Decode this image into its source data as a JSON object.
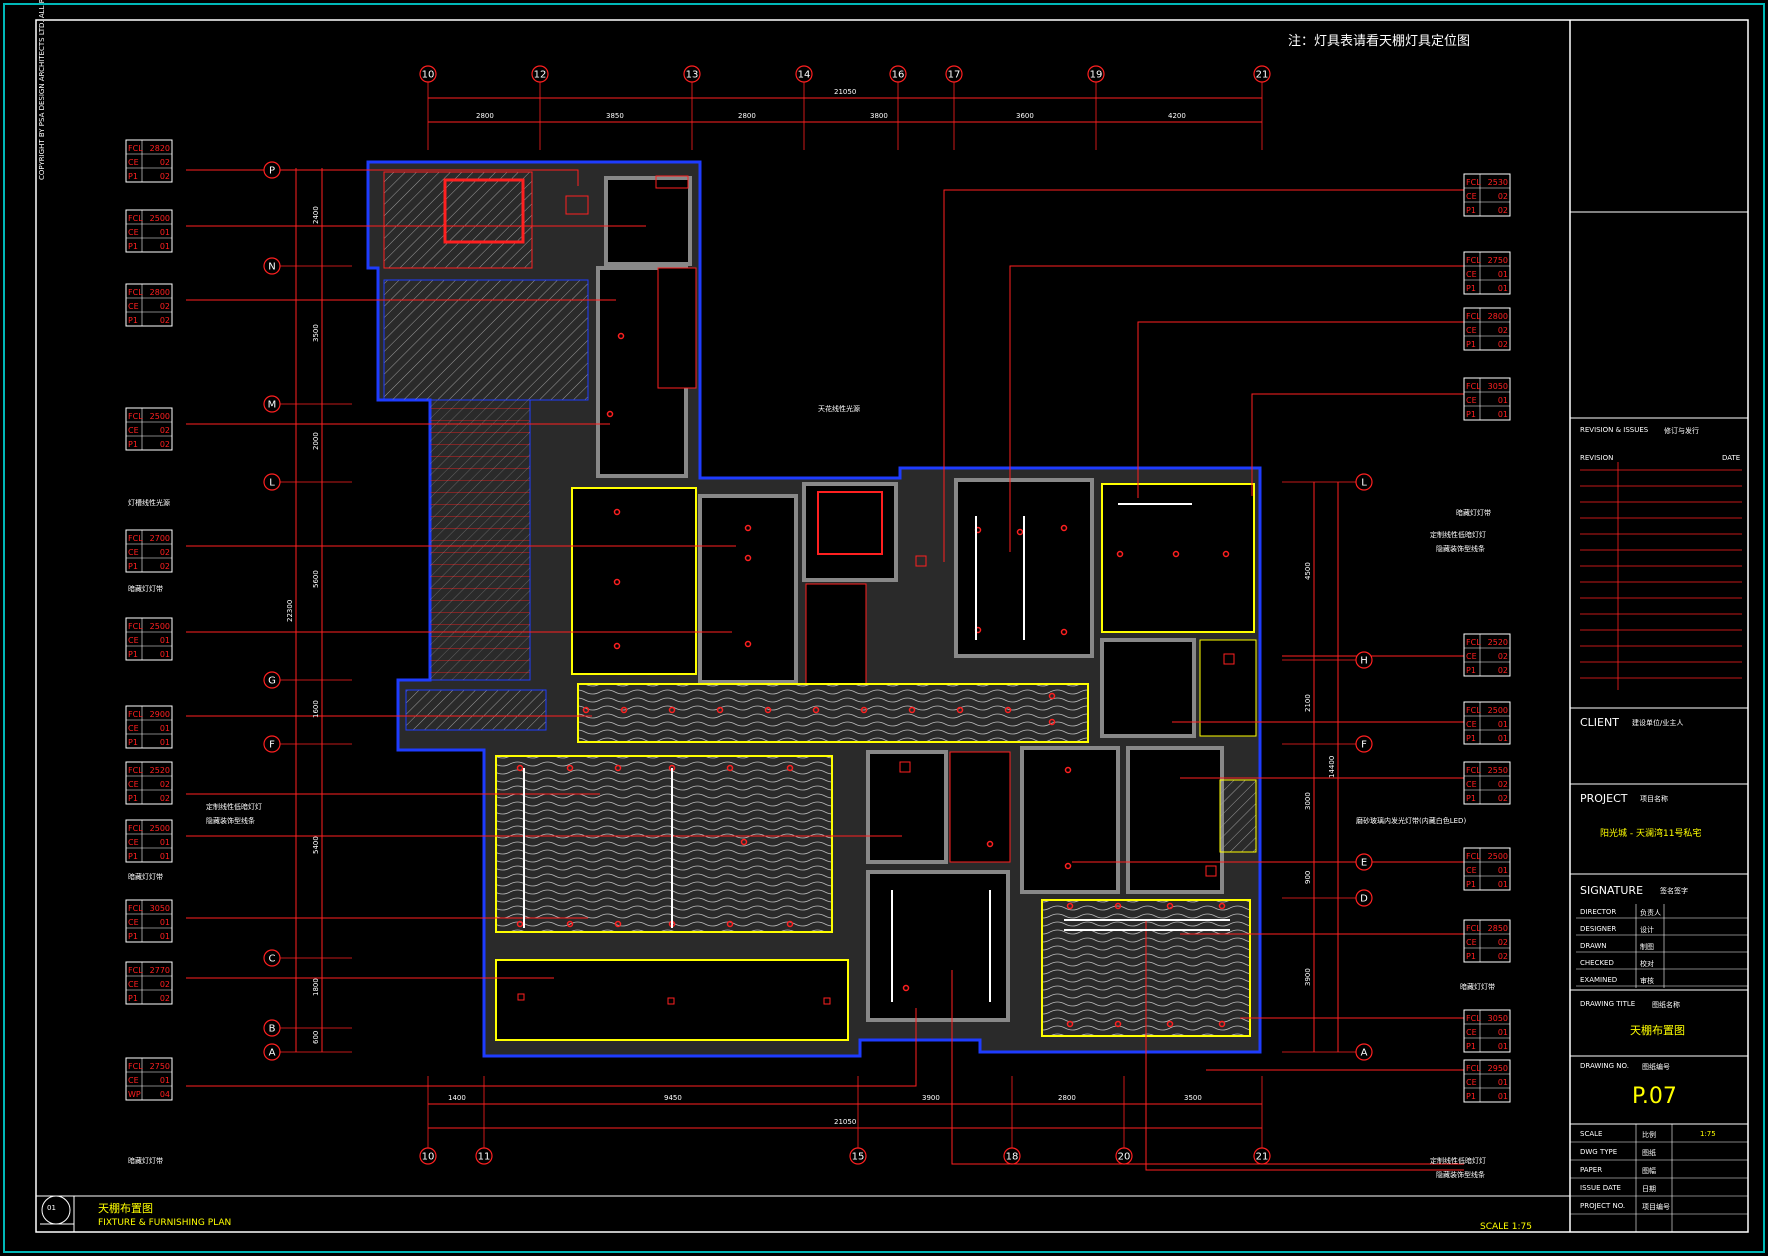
{
  "note": "注：灯具表请看天棚灯具定位图",
  "copyright": "COPYRIGHT BY PSA DESIGN ARCHITECTS LTD. ALL RIGHTS RESERVED",
  "grid": {
    "top_axes": [
      "10",
      "12",
      "13",
      "14",
      "16",
      "17",
      "19",
      "21"
    ],
    "bottom_axes": [
      "10",
      "11",
      "15",
      "18",
      "20",
      "21"
    ],
    "left_axes": [
      "P",
      "N",
      "M",
      "L",
      "G",
      "F",
      "C",
      "B",
      "A"
    ],
    "right_axes": [
      "L",
      "H",
      "F",
      "E",
      "D",
      "A"
    ]
  },
  "dims": {
    "top_total": "21050",
    "top_segments": [
      "2800",
      "3850",
      "2800",
      "3800",
      "3600",
      "4200"
    ],
    "bottom_total": "21050",
    "bottom_segments": [
      "1400",
      "9450",
      "3900",
      "2800",
      "3500"
    ],
    "left_total": "22300",
    "left_segments": [
      "2400",
      "3500",
      "2000",
      "5600",
      "1600",
      "5400",
      "1800",
      "600"
    ],
    "right_total": "14400",
    "right_segments": [
      "4500",
      "2100",
      "3000",
      "900",
      "3900"
    ]
  },
  "tags_left": [
    {
      "a": "FCL 2820",
      "b": "CE 02",
      "c": "P1 02"
    },
    {
      "a": "FCL 2500",
      "b": "CE 01",
      "c": "P1 01"
    },
    {
      "a": "FCL 2800",
      "b": "CE 02",
      "c": "P1 02"
    },
    {
      "a": "FCL 2500",
      "b": "CE 02",
      "c": "P1 02"
    },
    {
      "a": "FCL 2700",
      "b": "CE 02",
      "c": "P1 02"
    },
    {
      "a": "FCL 2500",
      "b": "CE 01",
      "c": "P1 01"
    },
    {
      "a": "FCL 2900",
      "b": "CE 01",
      "c": "P1 01"
    },
    {
      "a": "FCL 2520",
      "b": "CE 02",
      "c": "P1 02"
    },
    {
      "a": "FCL 2500",
      "b": "CE 01",
      "c": "P1 01"
    },
    {
      "a": "FCL 3050",
      "b": "CE 01",
      "c": "P1 01"
    },
    {
      "a": "FCL 2770",
      "b": "CE 02",
      "c": "P1 02"
    },
    {
      "a": "FCL 2750",
      "b": "CE 01",
      "c": "WP 04"
    }
  ],
  "tags_right": [
    {
      "a": "FCL 2530",
      "b": "CE 02",
      "c": "P1 02"
    },
    {
      "a": "FCL 2750",
      "b": "CE 01",
      "c": "P1 01"
    },
    {
      "a": "FCL 2800",
      "b": "CE 02",
      "c": "P1 02"
    },
    {
      "a": "FCL 3050",
      "b": "CE 01",
      "c": "P1 01"
    },
    {
      "a": "FCL 2520",
      "b": "CE 02",
      "c": "P1 02"
    },
    {
      "a": "FCL 2500",
      "b": "CE 01",
      "c": "P1 01"
    },
    {
      "a": "FCL 2550",
      "b": "CE 02",
      "c": "P1 02"
    },
    {
      "a": "FCL 2500",
      "b": "CE 01",
      "c": "P1 01"
    },
    {
      "a": "FCL 2850",
      "b": "CE 02",
      "c": "P1 02"
    },
    {
      "a": "FCL 3050",
      "b": "CE 01",
      "c": "P1 01"
    },
    {
      "a": "FCL 2950",
      "b": "CE 01",
      "c": "P1 01"
    }
  ],
  "notes": {
    "l1": "灯槽线性光源",
    "l2": "暗藏灯灯带",
    "l3a": "定制线性低暗灯灯",
    "l3b": "隐藏装饰型线条",
    "l4": "暗藏灯灯带",
    "l5": "暗藏灯灯带",
    "m1": "天花线性光源",
    "r1": "暗藏灯灯带",
    "r2a": "定制线性低暗灯灯",
    "r2b": "隐藏装饰型线条",
    "r3": "磨砂玻璃内发光灯带(内藏白色LED)",
    "r4": "暗藏灯灯带",
    "r5a": "定制线性低暗灯灯",
    "r5b": "隐藏装饰型线条"
  },
  "title_block": {
    "revision_issues": "REVISION & ISSUES",
    "revision_issues_cn": "修订与发行",
    "revision": "REVISION",
    "date": "DATE",
    "client": "CLIENT",
    "client_cn": "建设单位/业主人",
    "project": "PROJECT",
    "project_cn": "项目名称",
    "project_name": "阳光城 - 天澜湾11号私宅",
    "signature": "SIGNATURE",
    "signature_cn": "签名签字",
    "sig_rows": [
      {
        "en": "DIRECTOR",
        "cn": "负责人"
      },
      {
        "en": "DESIGNER",
        "cn": "设计"
      },
      {
        "en": "DRAWN",
        "cn": "制图"
      },
      {
        "en": "CHECKED",
        "cn": "校对"
      },
      {
        "en": "EXAMINED",
        "cn": "审核"
      }
    ],
    "drawing_title": "DRAWING TITLE",
    "drawing_title_cn": "图纸名称",
    "drawing_title_value": "天棚布置图",
    "drawing_no": "DRAWING NO.",
    "drawing_no_cn": "图纸编号",
    "drawing_no_value": "P.07",
    "info_rows": [
      {
        "en": "SCALE",
        "cn": "比例",
        "v": "1:75"
      },
      {
        "en": "DWG TYPE",
        "cn": "图纸",
        "v": ""
      },
      {
        "en": "PAPER",
        "cn": "图幅",
        "v": ""
      },
      {
        "en": "ISSUE DATE",
        "cn": "日期",
        "v": ""
      },
      {
        "en": "PROJECT NO.",
        "cn": "项目编号",
        "v": ""
      }
    ]
  },
  "footer": {
    "number": "01",
    "title_cn": "天棚布置图",
    "title_en": "FIXTURE & FURNISHING PLAN",
    "scale": "SCALE 1:75"
  },
  "colors": {
    "wall": "#888888",
    "wall_edge": "#1e3cff",
    "red": "#ff2020",
    "yellow": "#ffff00",
    "white": "#ffffff",
    "border": "#00b8b8"
  }
}
